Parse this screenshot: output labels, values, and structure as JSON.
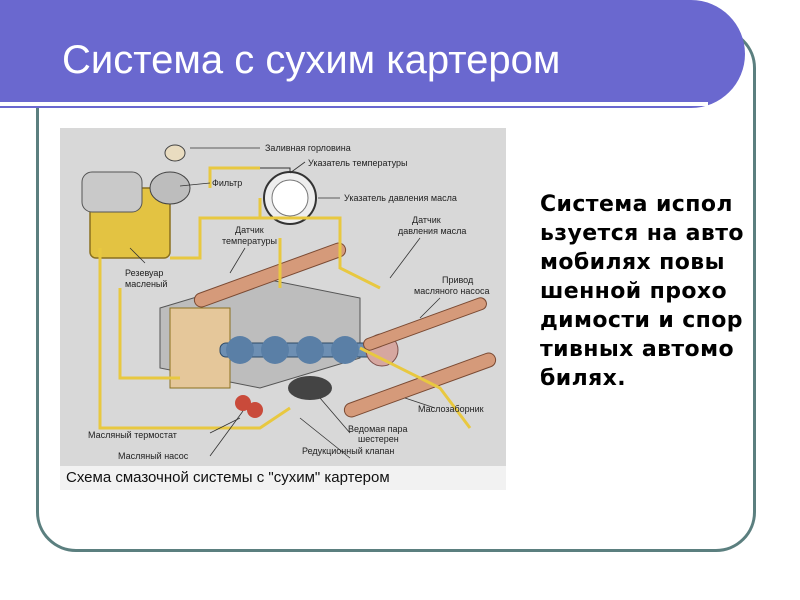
{
  "slide": {
    "title": "Система с сухим картером",
    "body": "Система используется на автомобилях повышенной проходимости и спортивных автомобилях."
  },
  "figure": {
    "caption": "Схема смазочной системы с \"сухим\" картером",
    "labels": {
      "filler_neck": "Заливная горловина",
      "temp_gauge": "Указатель температуры",
      "filter": "Фильтр",
      "oil_pressure_gauge": "Указатель давления масла",
      "temp_sensor_1": "Датчик",
      "temp_sensor_2": "температуры",
      "pressure_sensor_1": "Датчик",
      "pressure_sensor_2": "давления масла",
      "reservoir_1": "Резевуар",
      "reservoir_2": "масленый",
      "pump_drive_1": "Привод",
      "pump_drive_2": "масляного насоса",
      "oil_intake": "Маслозаборник",
      "oil_thermostat": "Масляный термостат",
      "driven_gears_1": "Ведомая пара",
      "driven_gears_2": "шестерен",
      "oil_pump": "Масляный насос",
      "reducing_valve": "Редукционный клапан"
    }
  },
  "colors": {
    "title_bar": "#6a68cf",
    "frame_border": "#5b7f7f",
    "oil_line": "#e8c840"
  }
}
